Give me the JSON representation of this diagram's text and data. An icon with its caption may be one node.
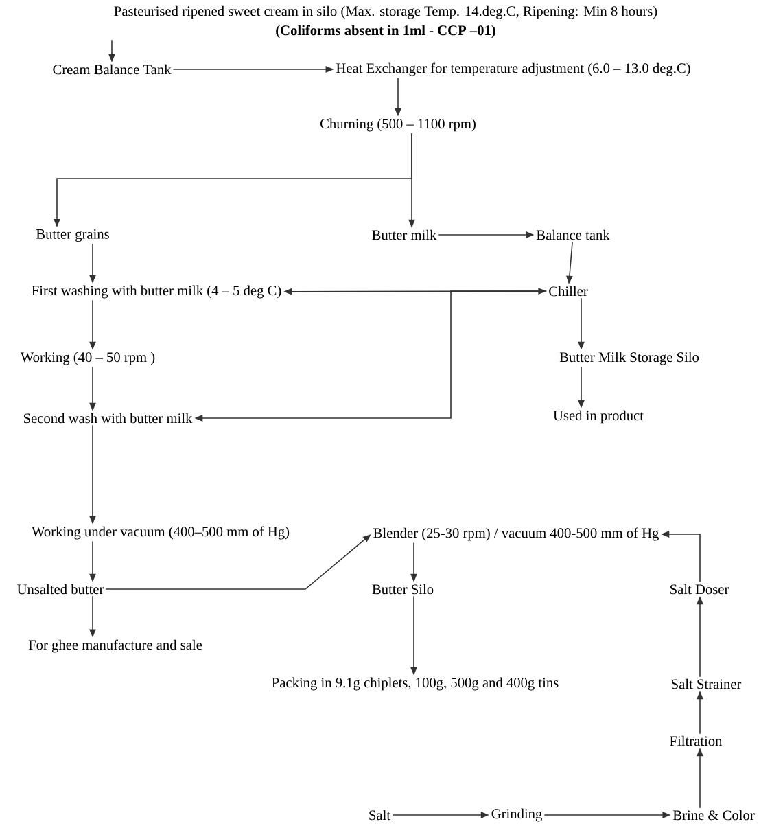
{
  "diagram": {
    "nodes": [
      {
        "text": [
          "Pasteurised ripened sweet cream in silo  (Max. storage Temp. 14.deg.C, Ripening: Min 8 hours)",
          "(Coliforms absent in 1ml - CCP –01)"
        ]
      },
      {
        "text": [
          "Cream Balance Tank"
        ]
      },
      {
        "text": [
          "Heat Exchanger for temperature adjustment (6.0 – 13.0 deg.C)"
        ]
      },
      {
        "text": [
          "Churning (500 – 1100 rpm)"
        ]
      },
      {
        "text": [
          "Butter grains"
        ]
      },
      {
        "text": [
          "Butter milk"
        ]
      },
      {
        "text": [
          "Balance tank"
        ]
      },
      {
        "text": [
          "First washing with butter milk  (4 – 5 deg C)"
        ]
      },
      {
        "text": [
          "Chiller"
        ]
      },
      {
        "text": [
          "Working (40 – 50 rpm )"
        ]
      },
      {
        "text": [
          "Butter  Milk Storage Silo"
        ]
      },
      {
        "text": [
          "Second wash with butter milk"
        ]
      },
      {
        "text": [
          "Used in product"
        ]
      },
      {
        "text": [
          "Working under vacuum (400–500 mm of Hg)"
        ]
      },
      {
        "text": [
          "Blender (25-30 rpm) / vacuum 400-500 mm of Hg"
        ]
      },
      {
        "text": [
          "Unsalted butter"
        ]
      },
      {
        "text": [
          "Butter Silo"
        ]
      },
      {
        "text": [
          "Salt Doser"
        ]
      },
      {
        "text": [
          "For ghee manufacture   and sale"
        ]
      },
      {
        "text": [
          "Packing in 9.1g chiplets, 100g, 500g and 400g tins"
        ]
      },
      {
        "text": [
          "Salt Strainer"
        ]
      },
      {
        "text": [
          "Filtration"
        ]
      },
      {
        "text": [
          "Salt"
        ]
      },
      {
        "text": [
          "Grinding"
        ]
      },
      {
        "text": [
          "Brine & Color"
        ]
      }
    ],
    "edges": [
      {
        "from": 0,
        "to": 1,
        "arrow": "to"
      },
      {
        "from": 1,
        "to": 2,
        "arrow": "to"
      },
      {
        "from": 2,
        "to": 3,
        "arrow": "to"
      },
      {
        "from": 3,
        "to": 4,
        "arrow": "to"
      },
      {
        "from": 3,
        "to": 5,
        "arrow": "to"
      },
      {
        "from": 5,
        "to": 6,
        "arrow": "to"
      },
      {
        "from": 6,
        "to": 8,
        "arrow": "to"
      },
      {
        "from": 4,
        "to": 7,
        "arrow": "to"
      },
      {
        "from": 7,
        "to": 8,
        "arrow": "both"
      },
      {
        "from": 8,
        "to": 11,
        "arrow": "to"
      },
      {
        "from": 7,
        "to": 9,
        "arrow": "to"
      },
      {
        "from": 9,
        "to": 11,
        "arrow": "to"
      },
      {
        "from": 8,
        "to": 10,
        "arrow": "to"
      },
      {
        "from": 10,
        "to": 12,
        "arrow": "to"
      },
      {
        "from": 11,
        "to": 13,
        "arrow": "to"
      },
      {
        "from": 13,
        "to": 15,
        "arrow": "to"
      },
      {
        "from": 15,
        "to": 14,
        "arrow": "to"
      },
      {
        "from": 15,
        "to": 18,
        "arrow": "to"
      },
      {
        "from": 14,
        "to": 16,
        "arrow": "to"
      },
      {
        "from": 16,
        "to": 19,
        "arrow": "to"
      },
      {
        "from": 22,
        "to": 23,
        "arrow": "to"
      },
      {
        "from": 23,
        "to": 24,
        "arrow": "to"
      },
      {
        "from": 24,
        "to": 21,
        "arrow": "to"
      },
      {
        "from": 21,
        "to": 20,
        "arrow": "to"
      },
      {
        "from": 20,
        "to": 17,
        "arrow": "to"
      },
      {
        "from": 17,
        "to": 14,
        "arrow": "to"
      }
    ]
  }
}
